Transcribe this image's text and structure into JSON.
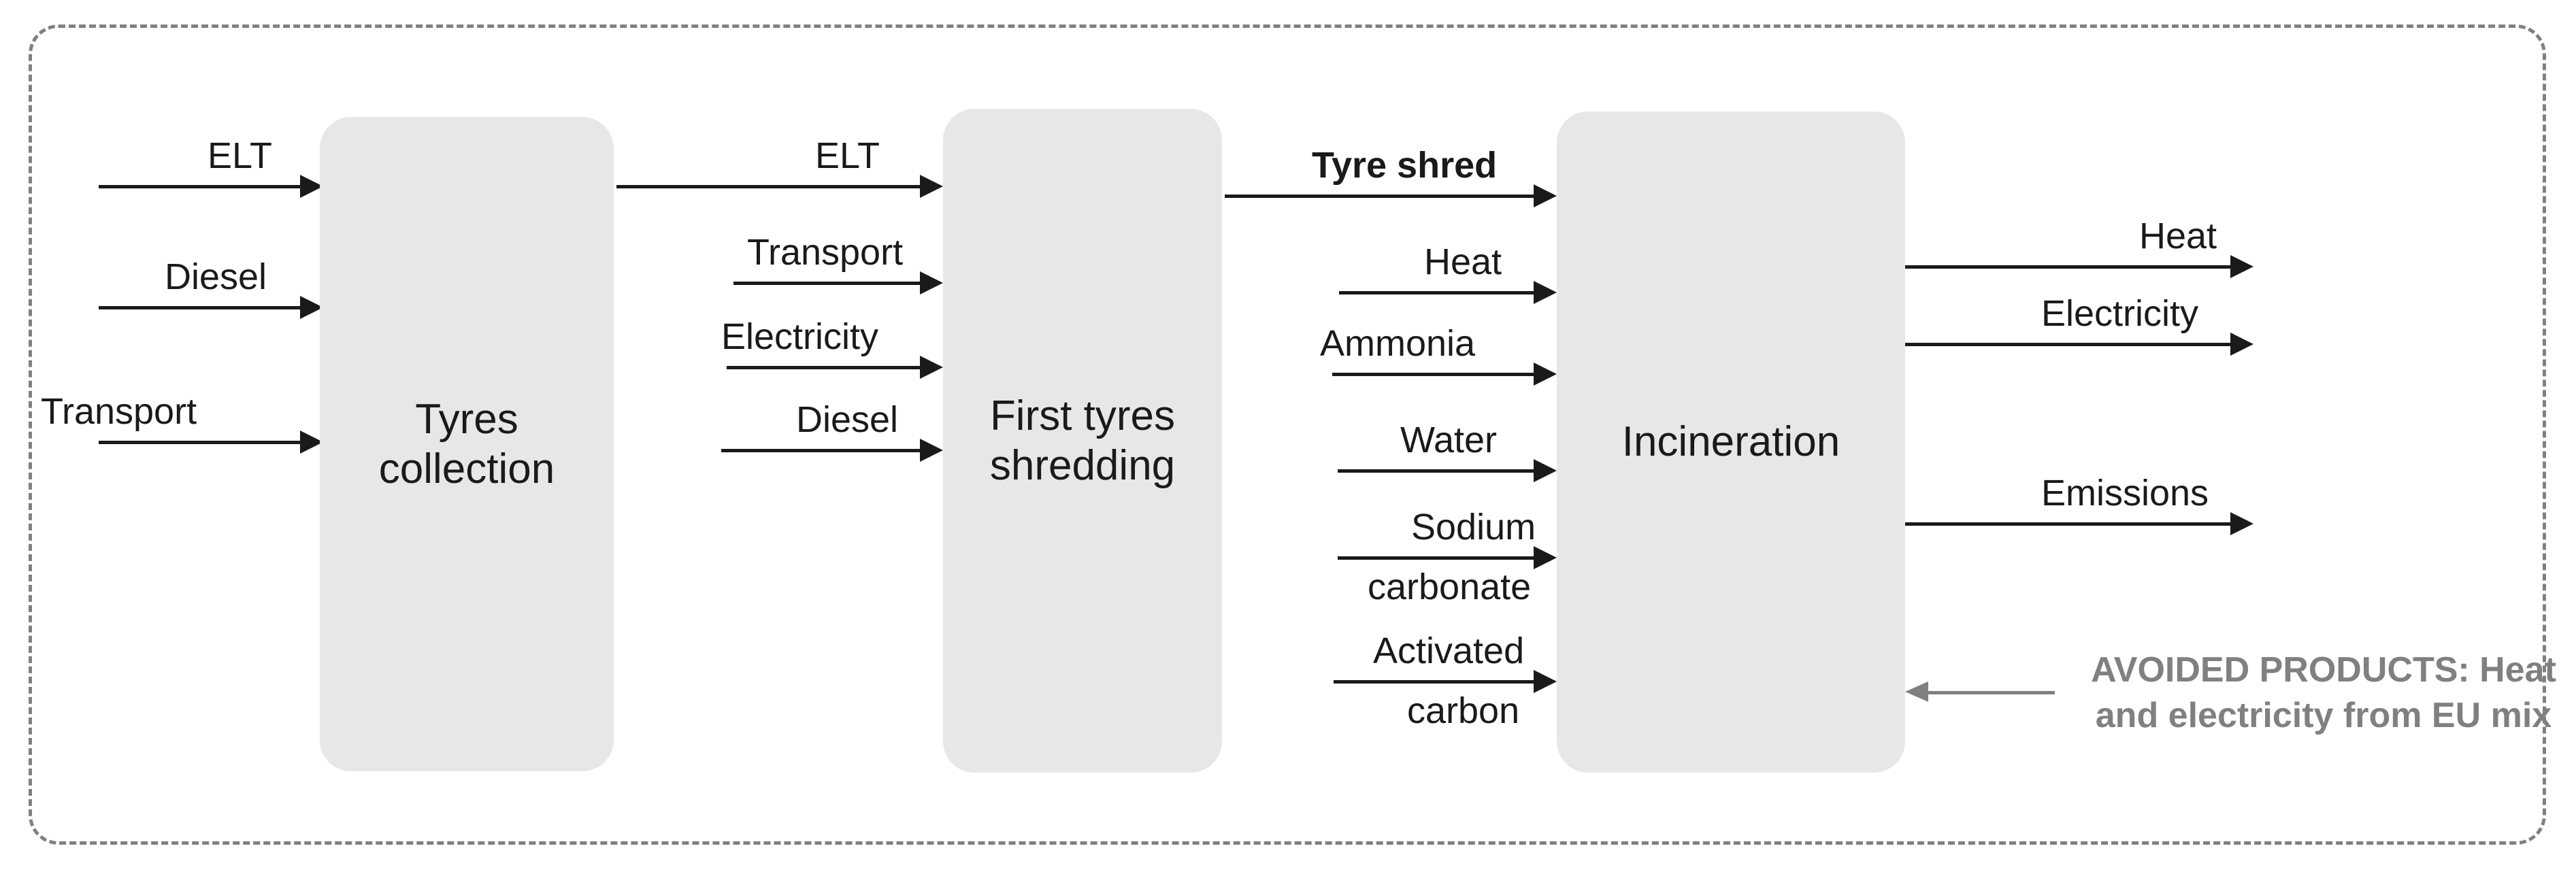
{
  "diagram": {
    "title": "ELT incineration life cycle system boundary",
    "boundary": {
      "style": "dashed",
      "color": "#808080"
    },
    "box_fill": "#e7e7e7",
    "arrow_color": "#1a1a1a",
    "avoided_color": "#808080",
    "processes": [
      {
        "id": "tyres-collection",
        "label": "Tyres\ncollection"
      },
      {
        "id": "first-tyres-shredding",
        "label": "First tyres\nshredding"
      },
      {
        "id": "incineration",
        "label": "Incineration"
      }
    ],
    "stage1_inputs": [
      {
        "label": "ELT",
        "bold": false
      },
      {
        "label": "Diesel",
        "bold": false
      },
      {
        "label": "Transport",
        "bold": false
      }
    ],
    "stage2_inputs": [
      {
        "label": "ELT",
        "bold": false
      },
      {
        "label": "Transport",
        "bold": false
      },
      {
        "label": "Electricity",
        "bold": false
      },
      {
        "label": "Diesel",
        "bold": false
      }
    ],
    "stage3_inputs": [
      {
        "label": "Tyre shred",
        "bold": true
      },
      {
        "label": "Heat",
        "bold": false
      },
      {
        "label": "Ammonia",
        "bold": false
      },
      {
        "label": "Water",
        "bold": false
      },
      {
        "label_top": "Sodium",
        "label_bottom": "carbonate",
        "bold": false
      },
      {
        "label_top": "Activated",
        "label_bottom": "carbon",
        "bold": false
      }
    ],
    "outputs": [
      {
        "label": "Heat",
        "bold": false
      },
      {
        "label": "Electricity",
        "bold": false
      },
      {
        "label": "Emissions",
        "bold": false
      }
    ],
    "avoided_products": {
      "line1": "AVOIDED PRODUCTS: Heat",
      "line2": "and electricity from EU mix"
    }
  }
}
